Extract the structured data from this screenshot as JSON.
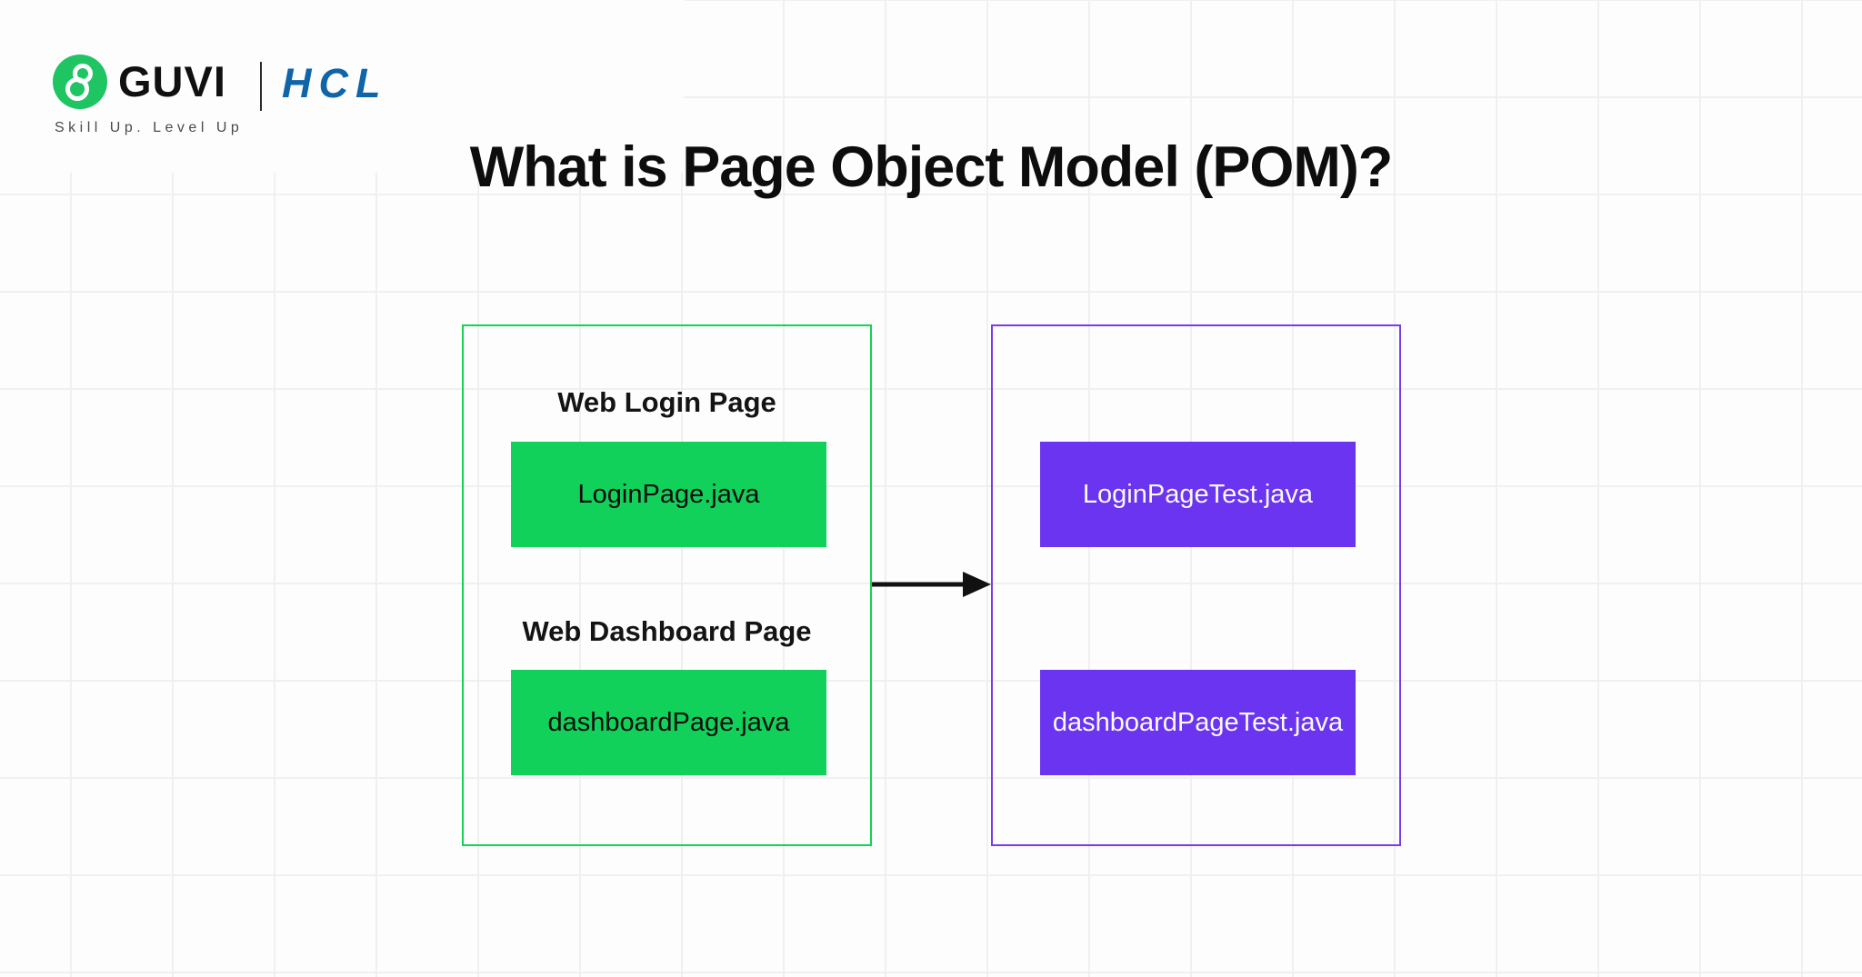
{
  "page": {
    "title": "What is Page Object Model (POM)?"
  },
  "brand": {
    "guvi_label": "GUVI",
    "hcl_label": "HCL",
    "tagline": "Skill Up. Level Up",
    "guvi_green": "#1fc463",
    "hcl_blue": "#1064a8"
  },
  "diagram": {
    "page_objects": {
      "border_color": "#12d353",
      "box_fill": "#12d15a",
      "items": [
        {
          "label": "Web Login Page",
          "file": "LoginPage.java"
        },
        {
          "label": "Web Dashboard Page",
          "file": "dashboardPage.java"
        }
      ]
    },
    "tests": {
      "border_color": "#7b3bec",
      "box_fill": "#6a34f1",
      "items": [
        {
          "file": "LoginPageTest.java"
        },
        {
          "file": "dashboardPageTest.java"
        }
      ]
    },
    "arrow": {
      "direction": "right",
      "color": "#111111"
    }
  }
}
